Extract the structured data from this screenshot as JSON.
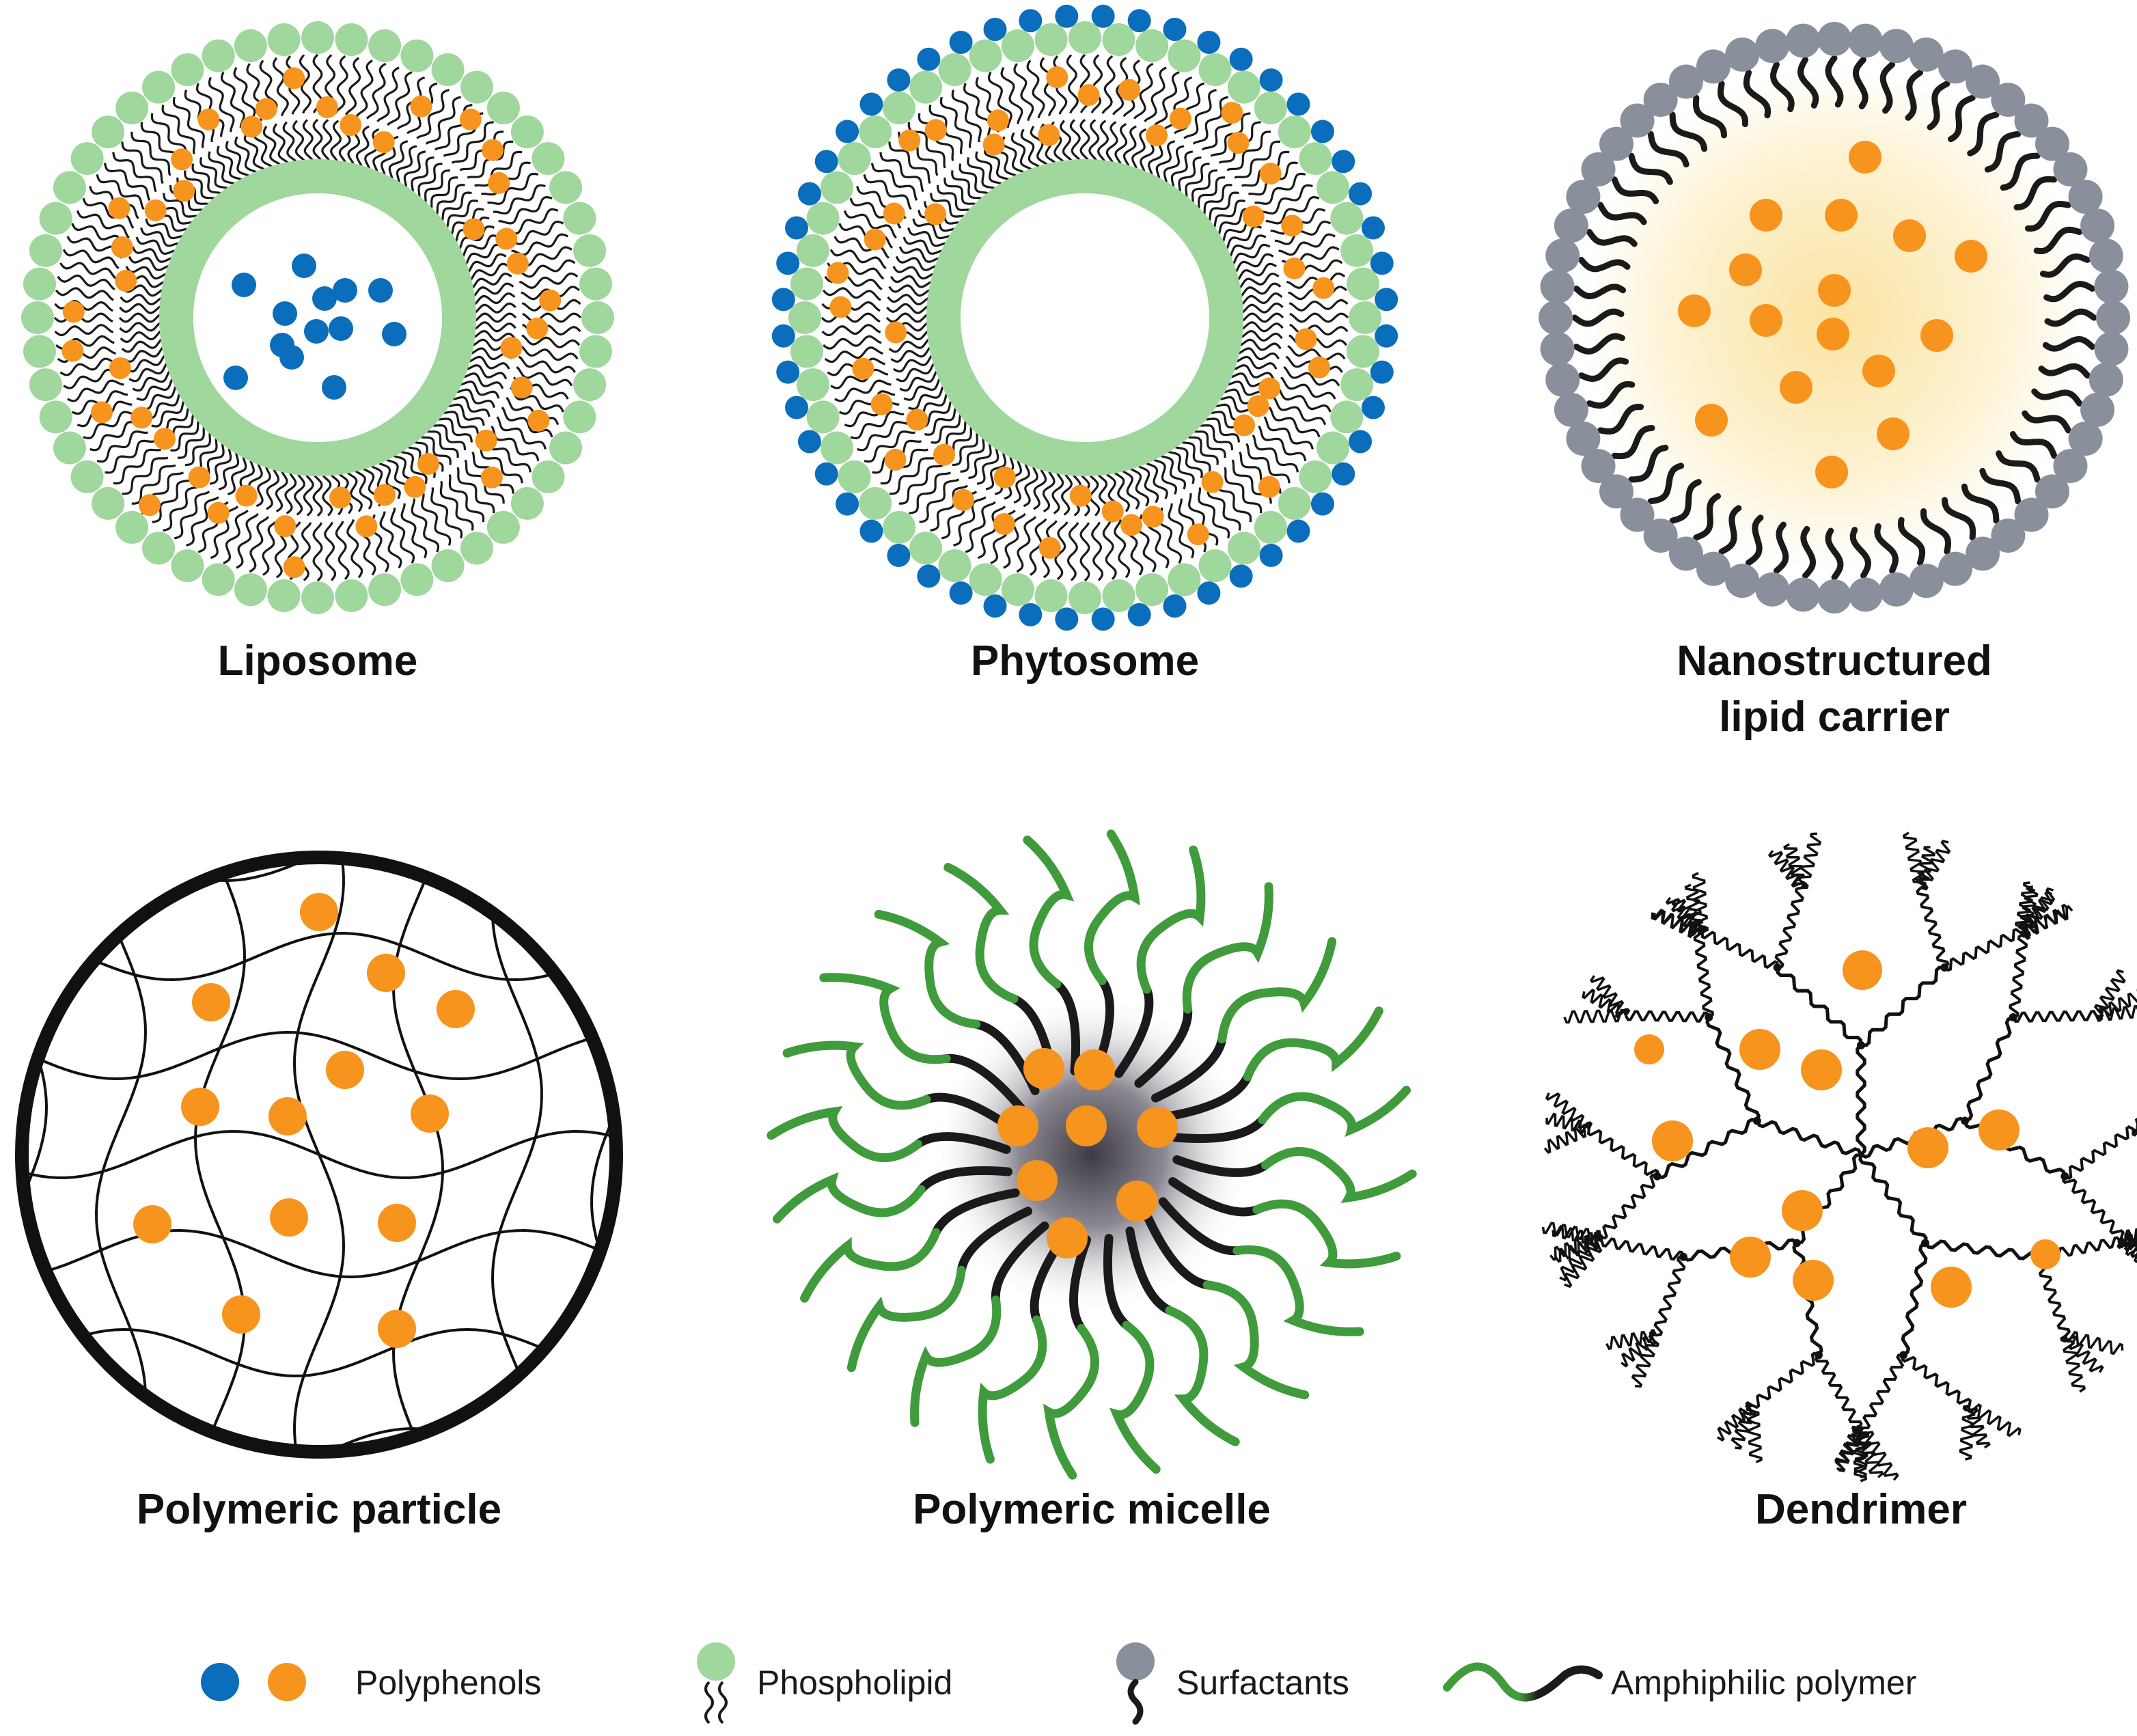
{
  "colors": {
    "orange": "#f7941d",
    "blue": "#0a6ebd",
    "phospholipid_green": "#9fd79c",
    "surfactant_gray": "#8a8f9c",
    "polymer_green": "#3f9b3b",
    "polymer_black": "#1a1a1a"
  },
  "panels": {
    "liposome": {
      "title": "Liposome"
    },
    "phytosome": {
      "title": "Phytosome"
    },
    "nlc": {
      "title_line1": "Nanostructured",
      "title_line2": "lipid carrier"
    },
    "polymeric_particle": {
      "title": "Polymeric particle"
    },
    "polymeric_micelle": {
      "title": "Polymeric micelle"
    },
    "dendrimer": {
      "title": "Dendrimer"
    }
  },
  "legend": {
    "polyphenols": {
      "label": "Polyphenols",
      "icon": "blue-and-orange-dots-icon"
    },
    "phospholipid": {
      "label": "Phospholipid",
      "icon": "phospholipid-icon"
    },
    "surfactants": {
      "label": "Surfactants",
      "icon": "surfactant-icon"
    },
    "amphiphilic_polymer": {
      "label": "Amphiphilic polymer",
      "icon": "amphiphilic-polymer-icon"
    }
  }
}
